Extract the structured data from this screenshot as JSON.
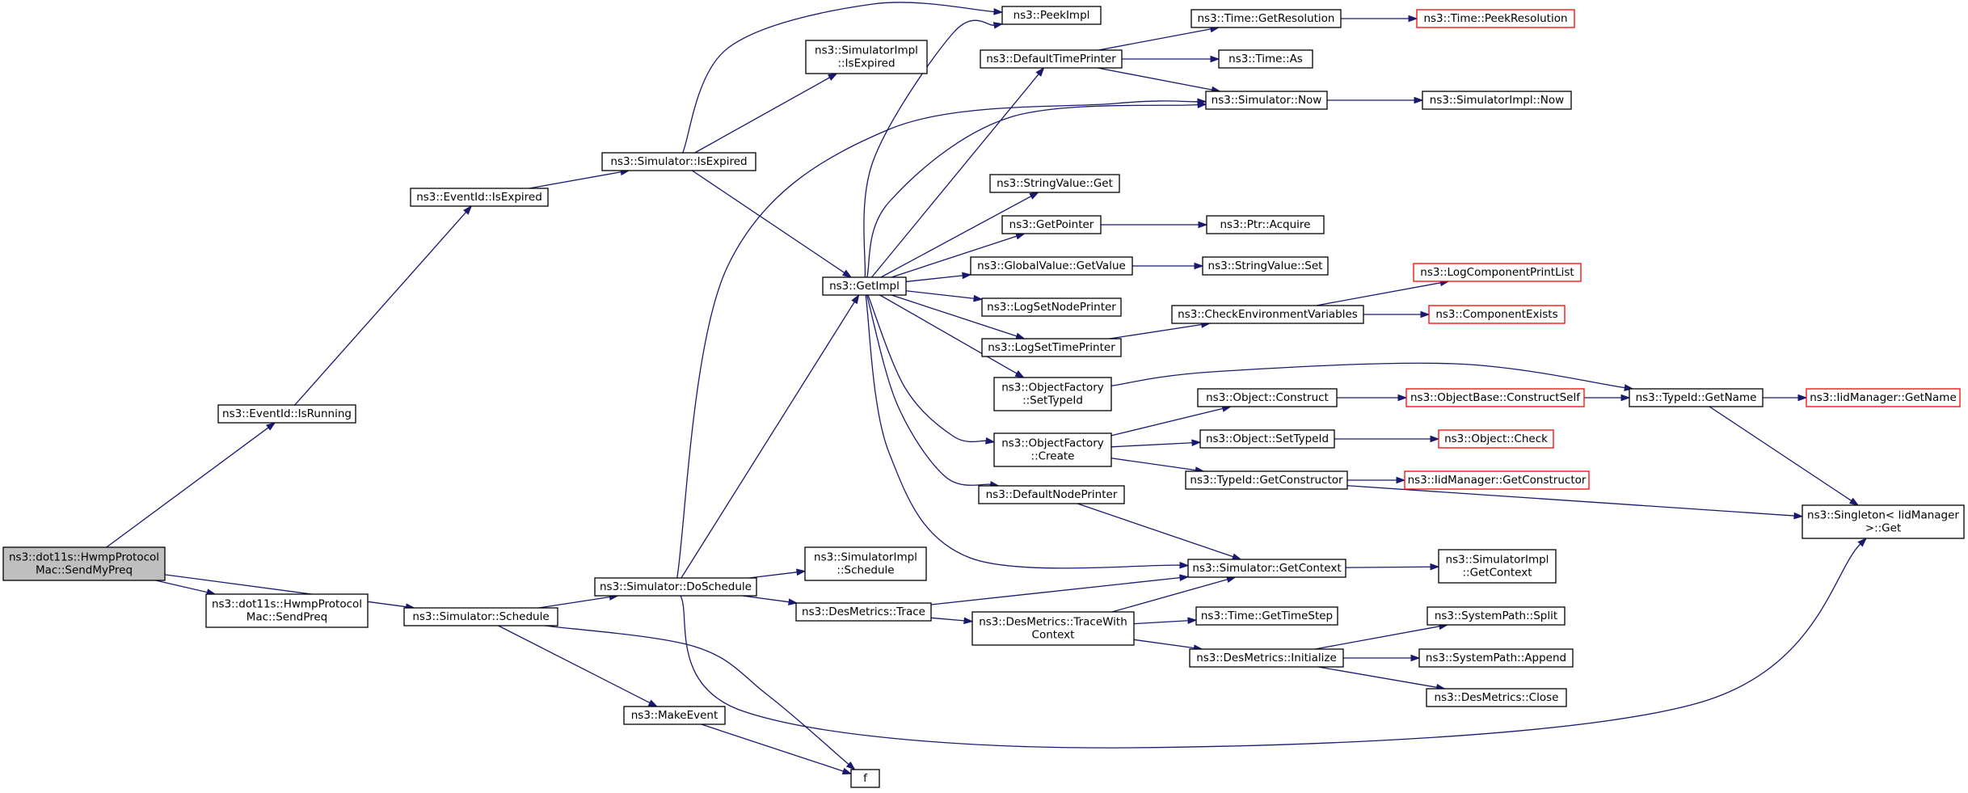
{
  "diagram": {
    "nodes": [
      {
        "id": "root",
        "lines": [
          "ns3::dot11s::HwmpProtocol",
          "Mac::SendMyPreq"
        ],
        "style": "root"
      },
      {
        "id": "isrunning",
        "lines": [
          "ns3::EventId::IsRunning"
        ]
      },
      {
        "id": "evexpired",
        "lines": [
          "ns3::EventId::IsExpired"
        ]
      },
      {
        "id": "simexpired",
        "lines": [
          "ns3::Simulator::IsExpired"
        ]
      },
      {
        "id": "peekimpl",
        "lines": [
          "ns3::PeekImpl"
        ]
      },
      {
        "id": "implexpired",
        "lines": [
          "ns3::SimulatorImpl",
          "::IsExpired"
        ]
      },
      {
        "id": "getimpl",
        "lines": [
          "ns3::GetImpl"
        ]
      },
      {
        "id": "sendpreq",
        "lines": [
          "ns3::dot11s::HwmpProtocol",
          "Mac::SendPreq"
        ]
      },
      {
        "id": "schedule",
        "lines": [
          "ns3::Simulator::Schedule"
        ]
      },
      {
        "id": "doschedule",
        "lines": [
          "ns3::Simulator::DoSchedule"
        ]
      },
      {
        "id": "makeevent",
        "lines": [
          "ns3::MakeEvent"
        ]
      },
      {
        "id": "f",
        "lines": [
          "f"
        ]
      },
      {
        "id": "implschedule",
        "lines": [
          "ns3::SimulatorImpl",
          "::Schedule"
        ]
      },
      {
        "id": "destrace",
        "lines": [
          "ns3::DesMetrics::Trace"
        ]
      },
      {
        "id": "deftimeprinter",
        "lines": [
          "ns3::DefaultTimePrinter"
        ]
      },
      {
        "id": "stringget",
        "lines": [
          "ns3::StringValue::Get"
        ]
      },
      {
        "id": "getpointer",
        "lines": [
          "ns3::GetPointer"
        ]
      },
      {
        "id": "globalget",
        "lines": [
          "ns3::GlobalValue::GetValue"
        ]
      },
      {
        "id": "lognode",
        "lines": [
          "ns3::LogSetNodePrinter"
        ]
      },
      {
        "id": "logtime",
        "lines": [
          "ns3::LogSetTimePrinter"
        ]
      },
      {
        "id": "ofsettypeid",
        "lines": [
          "ns3::ObjectFactory",
          "::SetTypeId"
        ]
      },
      {
        "id": "ofcreate",
        "lines": [
          "ns3::ObjectFactory",
          "::Create"
        ]
      },
      {
        "id": "defnodeprinter",
        "lines": [
          "ns3::DefaultNodePrinter"
        ]
      },
      {
        "id": "tracewithctx",
        "lines": [
          "ns3::DesMetrics::TraceWith",
          "Context"
        ]
      },
      {
        "id": "getresolution",
        "lines": [
          "ns3::Time::GetResolution"
        ]
      },
      {
        "id": "timeas",
        "lines": [
          "ns3::Time::As"
        ]
      },
      {
        "id": "simnow",
        "lines": [
          "ns3::Simulator::Now"
        ]
      },
      {
        "id": "ptracquire",
        "lines": [
          "ns3::Ptr::Acquire"
        ]
      },
      {
        "id": "stringset",
        "lines": [
          "ns3::StringValue::Set"
        ]
      },
      {
        "id": "checkenv",
        "lines": [
          "ns3::CheckEnvironmentVariables"
        ]
      },
      {
        "id": "objconstruct",
        "lines": [
          "ns3::Object::Construct"
        ]
      },
      {
        "id": "objsettypeid",
        "lines": [
          "ns3::Object::SetTypeId"
        ]
      },
      {
        "id": "getconstructor",
        "lines": [
          "ns3::TypeId::GetConstructor"
        ]
      },
      {
        "id": "getcontext",
        "lines": [
          "ns3::Simulator::GetContext"
        ]
      },
      {
        "id": "gettimestep",
        "lines": [
          "ns3::Time::GetTimeStep"
        ]
      },
      {
        "id": "desinit",
        "lines": [
          "ns3::DesMetrics::Initialize"
        ]
      },
      {
        "id": "peekres",
        "lines": [
          "ns3::Time::PeekResolution"
        ],
        "style": "trunc"
      },
      {
        "id": "implnow",
        "lines": [
          "ns3::SimulatorImpl::Now"
        ]
      },
      {
        "id": "logprintlist",
        "lines": [
          "ns3::LogComponentPrintList"
        ],
        "style": "trunc"
      },
      {
        "id": "compexists",
        "lines": [
          "ns3::ComponentExists"
        ],
        "style": "trunc"
      },
      {
        "id": "constructself",
        "lines": [
          "ns3::ObjectBase::ConstructSelf"
        ],
        "style": "trunc"
      },
      {
        "id": "objcheck",
        "lines": [
          "ns3::Object::Check"
        ],
        "style": "trunc"
      },
      {
        "id": "iidgetconstructor",
        "lines": [
          "ns3::IidManager::GetConstructor"
        ],
        "style": "trunc"
      },
      {
        "id": "implgetcontext",
        "lines": [
          "ns3::SimulatorImpl",
          "::GetContext"
        ]
      },
      {
        "id": "split",
        "lines": [
          "ns3::SystemPath::Split"
        ]
      },
      {
        "id": "append",
        "lines": [
          "ns3::SystemPath::Append"
        ]
      },
      {
        "id": "desclose",
        "lines": [
          "ns3::DesMetrics::Close"
        ]
      },
      {
        "id": "typeidgetname",
        "lines": [
          "ns3::TypeId::GetName"
        ]
      },
      {
        "id": "iidgetname",
        "lines": [
          "ns3::IidManager::GetName"
        ],
        "style": "trunc"
      },
      {
        "id": "singleton",
        "lines": [
          "ns3::Singleton< IidManager",
          " >::Get"
        ]
      }
    ],
    "edges": [
      [
        "root",
        "isrunning"
      ],
      [
        "root",
        "sendpreq"
      ],
      [
        "root",
        "schedule"
      ],
      [
        "isrunning",
        "evexpired"
      ],
      [
        "evexpired",
        "simexpired"
      ],
      [
        "simexpired",
        "peekimpl"
      ],
      [
        "simexpired",
        "implexpired"
      ],
      [
        "simexpired",
        "getimpl"
      ],
      [
        "schedule",
        "doschedule"
      ],
      [
        "schedule",
        "makeevent"
      ],
      [
        "schedule",
        "f"
      ],
      [
        "makeevent",
        "f"
      ],
      [
        "doschedule",
        "getimpl"
      ],
      [
        "doschedule",
        "simnow"
      ],
      [
        "doschedule",
        "implschedule"
      ],
      [
        "doschedule",
        "destrace"
      ],
      [
        "doschedule",
        "singleton"
      ],
      [
        "getimpl",
        "peekimpl"
      ],
      [
        "getimpl",
        "deftimeprinter"
      ],
      [
        "getimpl",
        "simnow"
      ],
      [
        "getimpl",
        "stringget"
      ],
      [
        "getimpl",
        "getpointer"
      ],
      [
        "getimpl",
        "globalget"
      ],
      [
        "getimpl",
        "lognode"
      ],
      [
        "getimpl",
        "logtime"
      ],
      [
        "getimpl",
        "ofsettypeid"
      ],
      [
        "getimpl",
        "ofcreate"
      ],
      [
        "getimpl",
        "defnodeprinter"
      ],
      [
        "getimpl",
        "getcontext"
      ],
      [
        "deftimeprinter",
        "getresolution"
      ],
      [
        "deftimeprinter",
        "timeas"
      ],
      [
        "deftimeprinter",
        "simnow"
      ],
      [
        "getresolution",
        "peekres"
      ],
      [
        "simnow",
        "implnow"
      ],
      [
        "getpointer",
        "ptracquire"
      ],
      [
        "globalget",
        "stringset"
      ],
      [
        "logtime",
        "checkenv"
      ],
      [
        "checkenv",
        "logprintlist"
      ],
      [
        "checkenv",
        "compexists"
      ],
      [
        "ofsettypeid",
        "typeidgetname"
      ],
      [
        "ofcreate",
        "objconstruct"
      ],
      [
        "ofcreate",
        "objsettypeid"
      ],
      [
        "ofcreate",
        "getconstructor"
      ],
      [
        "objconstruct",
        "constructself"
      ],
      [
        "constructself",
        "typeidgetname"
      ],
      [
        "objsettypeid",
        "objcheck"
      ],
      [
        "getconstructor",
        "iidgetconstructor"
      ],
      [
        "getconstructor",
        "singleton"
      ],
      [
        "typeidgetname",
        "iidgetname"
      ],
      [
        "typeidgetname",
        "singleton"
      ],
      [
        "defnodeprinter",
        "getcontext"
      ],
      [
        "destrace",
        "getcontext"
      ],
      [
        "destrace",
        "tracewithctx"
      ],
      [
        "tracewithctx",
        "getcontext"
      ],
      [
        "tracewithctx",
        "gettimestep"
      ],
      [
        "tracewithctx",
        "desinit"
      ],
      [
        "getcontext",
        "implgetcontext"
      ],
      [
        "desinit",
        "split"
      ],
      [
        "desinit",
        "append"
      ],
      [
        "desinit",
        "desclose"
      ]
    ]
  },
  "colors": {
    "edge": "#191970",
    "node_border": "#000000",
    "root_fill": "#bfbfbf",
    "truncated_border": "#ff0000",
    "background": "#ffffff"
  }
}
